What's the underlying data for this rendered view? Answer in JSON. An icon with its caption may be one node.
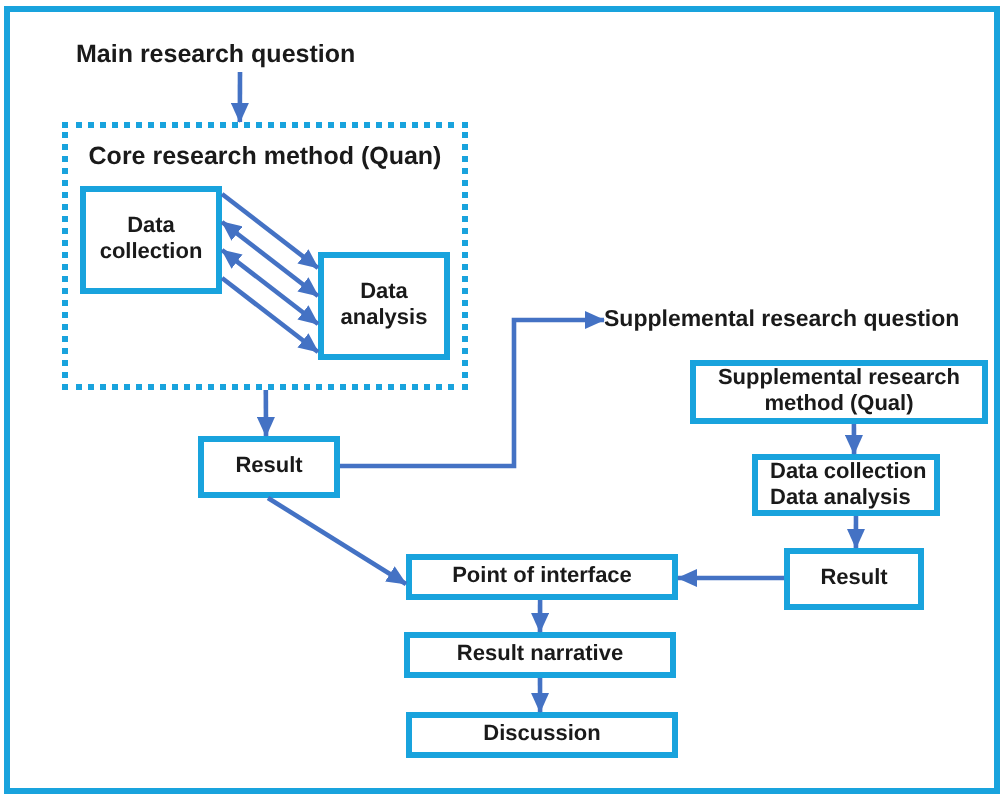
{
  "diagram": {
    "nodes": [
      {
        "text": [
          "Main research question"
        ]
      },
      {
        "text": [
          "Core research method (Quan)"
        ]
      },
      {
        "text": [
          "Data collection"
        ],
        "in": 1
      },
      {
        "text": [
          "Data analysis"
        ],
        "in": 1
      },
      {
        "text": [
          "Result"
        ]
      },
      {
        "text": [
          "Supplemental research question"
        ]
      },
      {
        "text": [
          "Supplemental research method (Qual)"
        ]
      },
      {
        "text": [
          "Data collection",
          "Data analysis"
        ]
      },
      {
        "text": [
          "Result"
        ]
      },
      {
        "text": [
          "Point of interface"
        ]
      },
      {
        "text": [
          "Result narrative"
        ]
      },
      {
        "text": [
          "Discussion"
        ]
      }
    ],
    "edges": [
      {
        "from": 0,
        "to": 1,
        "arrow": "to"
      },
      {
        "from": 2,
        "to": 3,
        "arrow": "to"
      },
      {
        "from": 2,
        "to": 3,
        "arrow": "both"
      },
      {
        "from": 2,
        "to": 3,
        "arrow": "both"
      },
      {
        "from": 2,
        "to": 3,
        "arrow": "to"
      },
      {
        "from": 1,
        "to": 4,
        "arrow": "to"
      },
      {
        "from": 4,
        "to": 5,
        "arrow": "to"
      },
      {
        "from": 6,
        "to": 7,
        "arrow": "to"
      },
      {
        "from": 7,
        "to": 8,
        "arrow": "to"
      },
      {
        "from": 4,
        "to": 9,
        "arrow": "to"
      },
      {
        "from": 8,
        "to": 9,
        "arrow": "to"
      },
      {
        "from": 9,
        "to": 10,
        "arrow": "to"
      },
      {
        "from": 10,
        "to": 11,
        "arrow": "to"
      }
    ]
  }
}
